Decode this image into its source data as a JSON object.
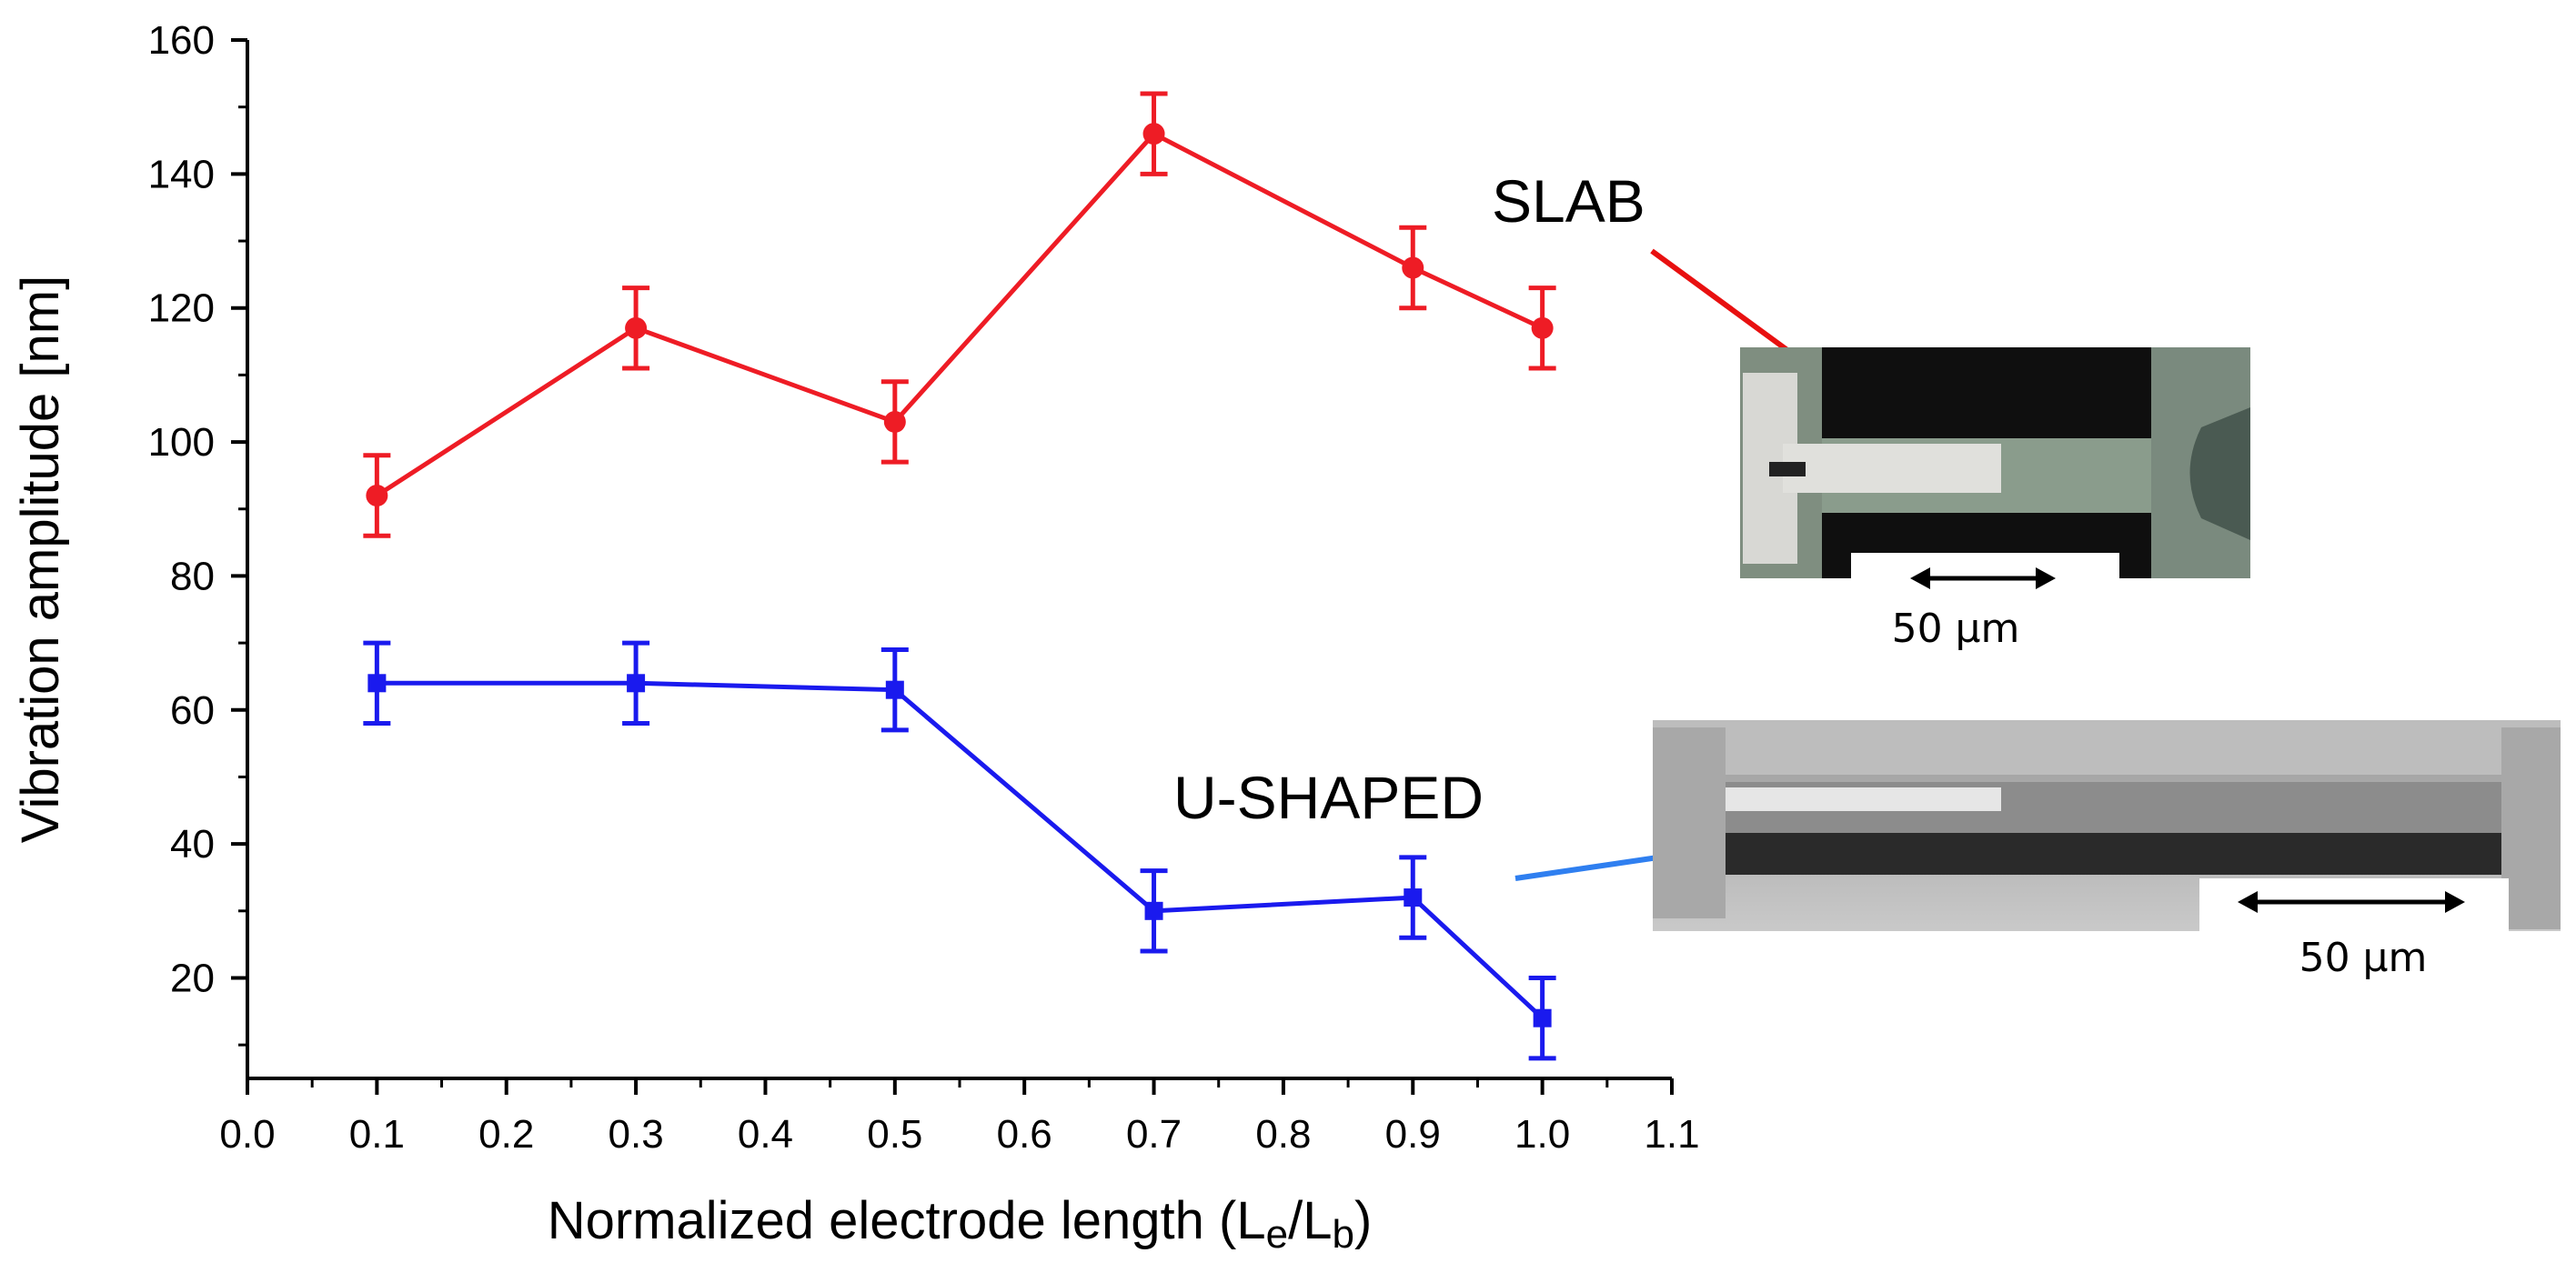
{
  "chart_data": {
    "type": "line",
    "title": "",
    "xlabel": "Normalized electrode length (L",
    "xlabel_sub1": "e",
    "xlabel_mid": "/L",
    "xlabel_sub2": "b",
    "xlabel_end": ")",
    "ylabel": "Vibration amplitude [nm]",
    "xlim": [
      0.0,
      1.1
    ],
    "ylim": [
      5,
      160
    ],
    "xticks": [
      "0.0",
      "0.1",
      "0.2",
      "0.3",
      "0.4",
      "0.5",
      "0.6",
      "0.7",
      "0.8",
      "0.9",
      "1.0",
      "1.1"
    ],
    "yticks": [
      "20",
      "40",
      "60",
      "80",
      "100",
      "120",
      "140",
      "160"
    ],
    "grid": false,
    "series": [
      {
        "name": "SLAB",
        "color": "#ee1c25",
        "marker": "circle",
        "x": [
          0.1,
          0.3,
          0.5,
          0.7,
          0.9,
          1.0
        ],
        "y": [
          92,
          117,
          103,
          146,
          126,
          117
        ],
        "err": [
          6,
          6,
          6,
          6,
          6,
          6
        ]
      },
      {
        "name": "U-SHAPED",
        "color": "#1a1aee",
        "marker": "square",
        "x": [
          0.1,
          0.3,
          0.5,
          0.7,
          0.9,
          1.0
        ],
        "y": [
          64,
          64,
          63,
          30,
          32,
          14
        ],
        "err": [
          6,
          6,
          6,
          6,
          6,
          6
        ]
      }
    ]
  },
  "annotations": {
    "slab_label": "SLAB",
    "ushaped_label": "U-SHAPED",
    "slab_arrow_color": "#e81010",
    "ushaped_arrow_color": "#2f7ff0"
  },
  "insets": {
    "slab_scale": "50 µm",
    "ushaped_scale": "50 µm"
  }
}
